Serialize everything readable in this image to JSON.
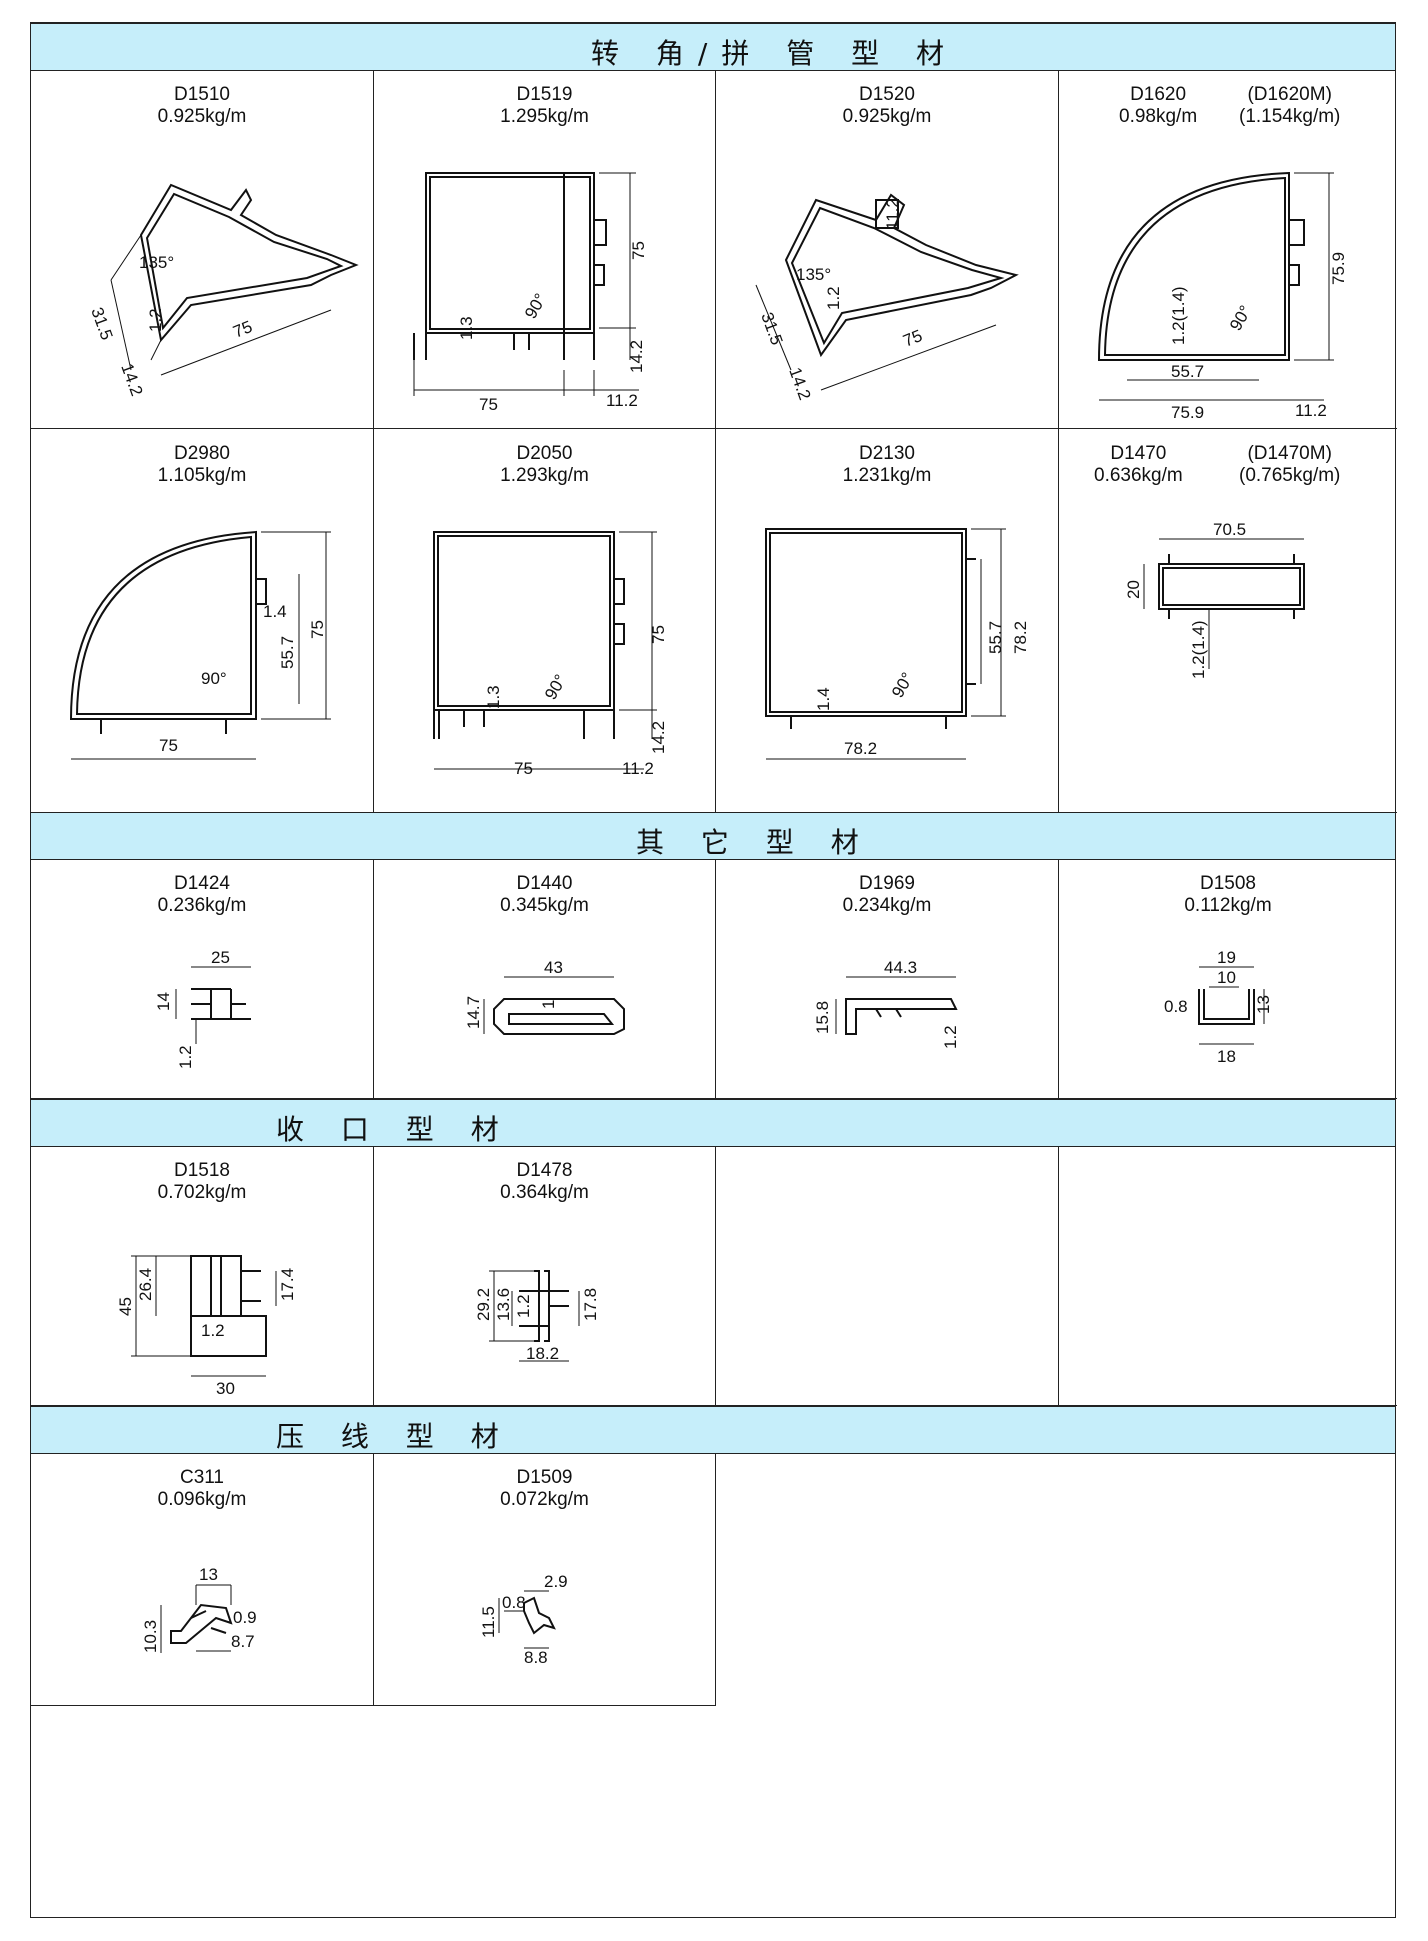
{
  "sections": {
    "corner": "转 角/拼 管 型 材",
    "other": "其 它 型 材",
    "closing": "收 口 型 材",
    "pressing": "压 线 型 材"
  },
  "profiles": {
    "D1510": {
      "code": "D1510",
      "weight": "0.925kg/m",
      "dims": [
        "135°",
        "1.2",
        "31.5",
        "14.2",
        "75"
      ]
    },
    "D1519": {
      "code": "D1519",
      "weight": "1.295kg/m",
      "dims": [
        "75",
        "1.3",
        "90°",
        "14.2",
        "75",
        "11.2"
      ]
    },
    "D1520": {
      "code": "D1520",
      "weight": "0.925kg/m",
      "dims": [
        "11.2",
        "135°",
        "1.2",
        "31.5",
        "14.2",
        "75"
      ]
    },
    "D1620": {
      "code": "D1620",
      "weight": "0.98kg/m",
      "alt_code": "(D1620M)",
      "alt_weight": "(1.154kg/m)",
      "dims": [
        "75.9",
        "1.2(1.4)",
        "90°",
        "55.7",
        "75.9",
        "11.2"
      ]
    },
    "D2980": {
      "code": "D2980",
      "weight": "1.105kg/m",
      "dims": [
        "1.4",
        "55.7",
        "75",
        "90°",
        "75"
      ]
    },
    "D2050": {
      "code": "D2050",
      "weight": "1.293kg/m",
      "dims": [
        "75",
        "1.3",
        "90°",
        "14.2",
        "75",
        "11.2"
      ]
    },
    "D2130": {
      "code": "D2130",
      "weight": "1.231kg/m",
      "dims": [
        "55.7",
        "78.2",
        "90°",
        "1.4",
        "78.2"
      ]
    },
    "D1470": {
      "code": "D1470",
      "weight": "0.636kg/m",
      "alt_code": "(D1470M)",
      "alt_weight": "(0.765kg/m)",
      "dims": [
        "70.5",
        "20",
        "1.2(1.4)"
      ]
    },
    "D1424": {
      "code": "D1424",
      "weight": "0.236kg/m",
      "dims": [
        "25",
        "14",
        "1.2"
      ]
    },
    "D1440": {
      "code": "D1440",
      "weight": "0.345kg/m",
      "dims": [
        "43",
        "1",
        "14.7"
      ]
    },
    "D1969": {
      "code": "D1969",
      "weight": "0.234kg/m",
      "dims": [
        "44.3",
        "15.8",
        "1.2"
      ]
    },
    "D1508": {
      "code": "D1508",
      "weight": "0.112kg/m",
      "dims": [
        "19",
        "10",
        "0.8",
        "13",
        "18"
      ]
    },
    "D1518": {
      "code": "D1518",
      "weight": "0.702kg/m",
      "dims": [
        "45",
        "26.4",
        "17.4",
        "1.2",
        "30"
      ]
    },
    "D1478": {
      "code": "D1478",
      "weight": "0.364kg/m",
      "dims": [
        "29.2",
        "13.6",
        "1.2",
        "17.8",
        "18.2"
      ]
    },
    "C311": {
      "code": "C311",
      "weight": "0.096kg/m",
      "dims": [
        "13",
        "0.9",
        "10.3",
        "8.7"
      ]
    },
    "D1509": {
      "code": "D1509",
      "weight": "0.072kg/m",
      "dims": [
        "2.9",
        "11.5",
        "0.8",
        "8.8"
      ]
    }
  }
}
